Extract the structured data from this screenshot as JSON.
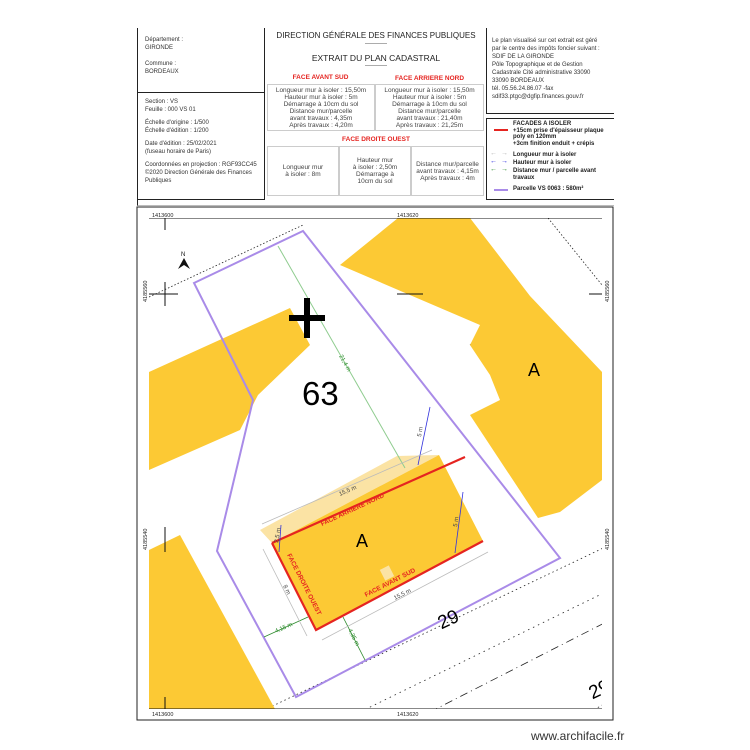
{
  "header": {
    "left_top": [
      "Département :",
      "GIRONDE",
      "",
      "Commune :",
      "BORDEAUX"
    ],
    "left_bottom": [
      "Section : VS",
      "Feuille : 000 VS 01",
      "",
      "Échelle d'origine : 1/500",
      "Échelle d'édition : 1/200",
      "",
      "Date d'édition : 25/02/2021",
      "(fuseau horaire de Paris)",
      "",
      "Coordonnées en projection : RGF93CC45",
      "©2020 Direction Générale des Finances",
      "Publiques"
    ],
    "title_org": "DIRECTION GÉNÉRALE DES FINANCES PUBLIQUES",
    "title_sep": "-----------",
    "title_doc": "EXTRAIT DU PLAN CADASTRAL",
    "right_info": [
      "Le plan visualisé sur cet extrait est géré",
      "par le centre des impôts foncier suivant :",
      "SDIF DE LA GIRONDE",
      "Pôle Topographique et de Gestion",
      "Cadastrale Cité administrative 33090",
      "33090 BORDEAUX",
      "tél. 05.56.24.86.07 -fax",
      "sdif33.ptgc@dgfip.finances.gouv.fr"
    ]
  },
  "faces": {
    "sud": {
      "title": "FACE AVANT SUD",
      "lines": [
        "Longueur mur à isoler : 15,50m",
        "Hauteur mur à isoler : 5m",
        "Démarrage à 10cm du sol",
        "Distance mur/parcelle",
        "avant travaux : 4,35m",
        "Après travaux : 4,20m"
      ]
    },
    "nord": {
      "title": "FACE ARRIERE NORD",
      "lines": [
        "Longueur mur à isoler : 15,50m",
        "Hauteur mur à isoler : 5m",
        "Démarrage à 10cm du sol",
        "Distance mur/parcelle",
        "avant travaux : 21,40m",
        "Après travaux : 21,25m"
      ]
    },
    "ouest": {
      "title": "FACE DROITE OUEST",
      "c1": [
        "Longueur mur",
        "à isoler : 8m"
      ],
      "c2": [
        "Hauteur mur",
        "à isoler : 2,50m",
        "Démarrage à",
        "10cm du sol"
      ],
      "c3": [
        "Distance mur/parcelle",
        "avant travaux : 4,15m",
        "Après travaux : 4m"
      ]
    }
  },
  "legend": [
    {
      "label": "FACADES A ISOLER\n+15cm prise d'épaisseur plaque poly en 120mm\n+3cm finition enduit + crépis",
      "color": "#e52420",
      "kind": "line"
    },
    {
      "label": "Longueur mur à isoler",
      "color": "#b5b5b5",
      "kind": "arrows"
    },
    {
      "label": "Hauteur mur à isoler",
      "color": "#2222dd",
      "kind": "arrows"
    },
    {
      "label": "Distance mur / parcelle avant travaux",
      "color": "#2a8a2a",
      "kind": "arrows"
    },
    {
      "label": "Parcelle VS 0063 : 580m²",
      "color": "#a98be8",
      "kind": "line"
    }
  ],
  "map": {
    "coords": {
      "top_left": "1413600",
      "top_mid": "1413620",
      "bottom_left": "1413600",
      "bottom_mid": "1413620",
      "left_upper": "4185560",
      "left_lower": "4185540",
      "right_upper": "4185560",
      "right_lower": "4185540"
    },
    "parcel_number": "63",
    "street_number": "29",
    "street_number_partial": "29",
    "building_label_main": "A",
    "building_label_neighbor": "A",
    "north_label": "N",
    "dimensions": {
      "dist_north": "21,4 m",
      "height_north": "5 m",
      "length_north": "15,5 m",
      "height_south": "5 m",
      "height_west": "2,5 m",
      "length_west": "8 m",
      "length_south": "15,5 m",
      "dist_west": "4,15 m",
      "dist_south": "4,35 m"
    },
    "face_labels": {
      "nord": "FACE ARRIERE NORD",
      "sud": "FACE AVANT SUD",
      "ouest": "FACE DROITE OUEST"
    },
    "colors": {
      "building": "#fcc934",
      "building_light": "#fbe3a4",
      "parcel": "#a98be8",
      "facade": "#e52420"
    }
  },
  "watermark": "www.archifacile.fr"
}
